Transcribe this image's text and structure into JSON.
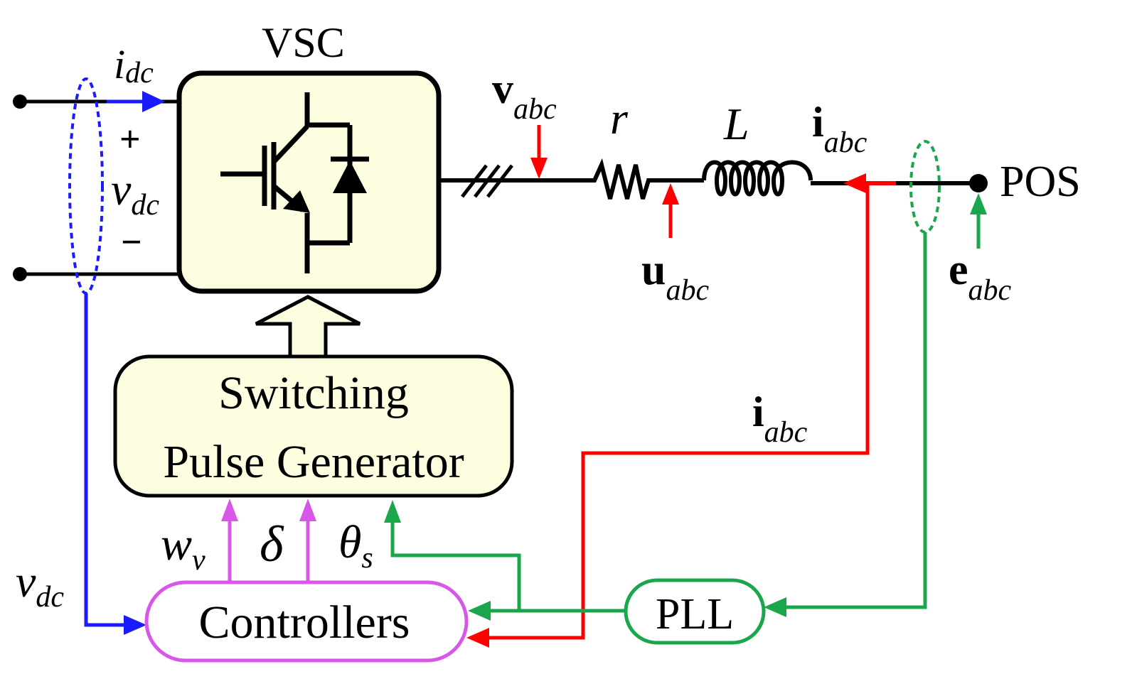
{
  "labels": {
    "vsc": "VSC",
    "i_dc_main": "i",
    "i_dc_sub": "dc",
    "plus": "+",
    "minus": "−",
    "v_dc_main": "v",
    "v_dc_sub": "dc",
    "v_abc_main": "v",
    "v_abc_sub": "abc",
    "r": "r",
    "L": "L",
    "i_abc_main": "i",
    "i_abc_sub": "abc",
    "pos": "POS",
    "u_abc_main": "u",
    "u_abc_sub": "abc",
    "e_abc_main": "e",
    "e_abc_sub": "abc",
    "spg_line1": "Switching",
    "spg_line2": "Pulse Generator",
    "i_abc2_main": "i",
    "i_abc2_sub": "abc",
    "w_v_main": "w",
    "w_v_sub": "v",
    "delta": "δ",
    "theta_main": "θ",
    "theta_sub": "s",
    "v_dc2_main": "v",
    "v_dc2_sub": "dc",
    "controllers": "Controllers",
    "pll": "PLL"
  },
  "colors": {
    "blue": "#1a1aff",
    "red": "#ff0000",
    "green": "#1aa64a",
    "magenta": "#d957e8",
    "block_fill": "#fdfde0",
    "black": "#000000"
  }
}
